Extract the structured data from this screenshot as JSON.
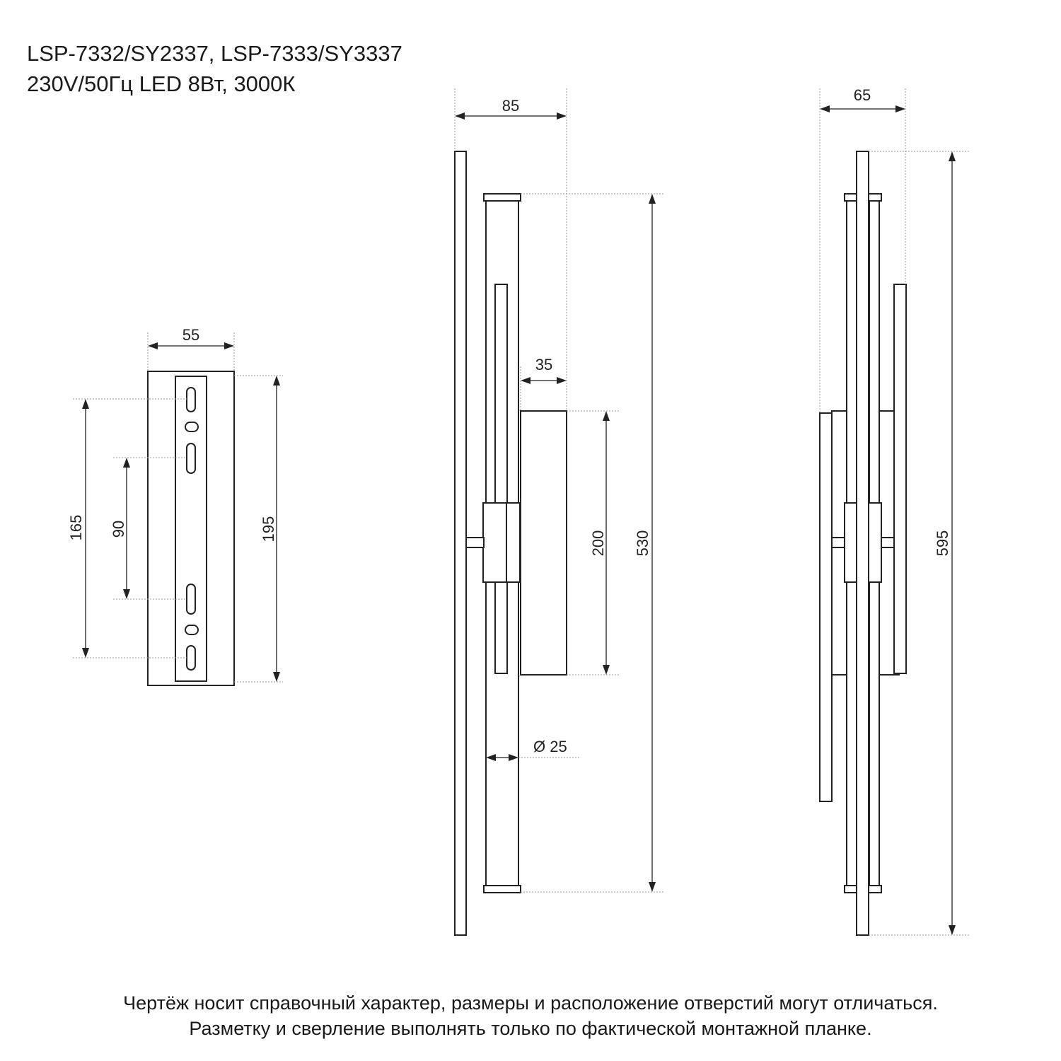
{
  "header": {
    "models": "LSP-7332/SY2337, LSP-7333/SY3337",
    "specs": "230V/50Гц  LED 8Вт, 3000К"
  },
  "dimensions": {
    "plate_width": "55",
    "plate_height": "195",
    "hole_spacing_outer": "165",
    "hole_spacing_inner": "90",
    "side_depth": "85",
    "box_depth": "35",
    "box_height": "200",
    "tube_length": "530",
    "tube_diameter": "Ø 25",
    "front_width": "65",
    "total_height": "595"
  },
  "footer": {
    "line1": "Чертёж носит справочный характер, размеры и расположение отверстий могут отличаться.",
    "line2": "Разметку и сверление выполнять только по фактической монтажной планке."
  },
  "colors": {
    "line": "#222222",
    "extension": "#9a9a9a",
    "background": "#ffffff"
  }
}
